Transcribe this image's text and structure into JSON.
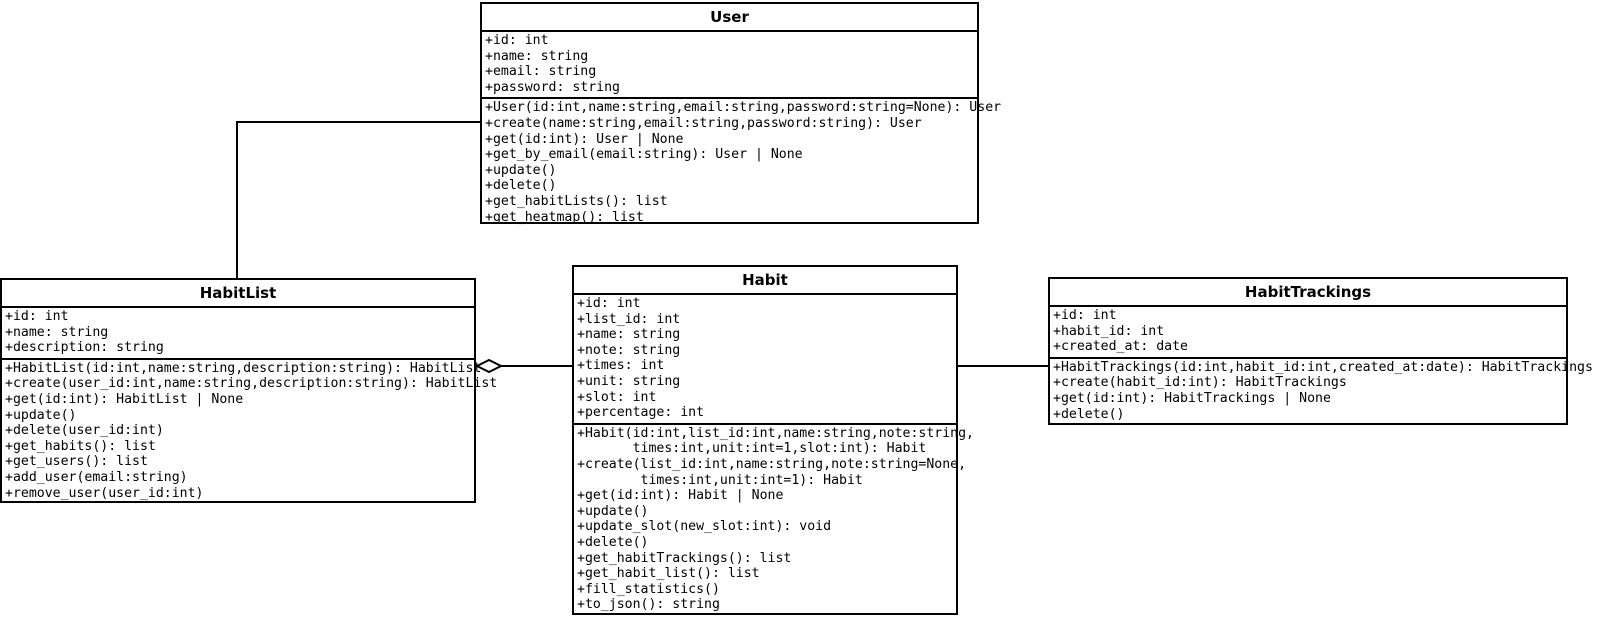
{
  "diagram": {
    "type": "uml-class-diagram",
    "background": "#ffffff",
    "line_color": "#000000"
  },
  "classes": {
    "user": {
      "name": "User",
      "attributes": [
        "+id: int",
        "+name: string",
        "+email: string",
        "+password: string"
      ],
      "methods": [
        "+User(id:int,name:string,email:string,password:string=None): User",
        "+create(name:string,email:string,password:string): User",
        "+get(id:int): User | None",
        "+get_by_email(email:string): User | None",
        "+update()",
        "+delete()",
        "+get_habitLists(): list",
        "+get_heatmap(): list"
      ]
    },
    "habitlist": {
      "name": "HabitList",
      "attributes": [
        "+id: int",
        "+name: string",
        "+description: string"
      ],
      "methods": [
        "+HabitList(id:int,name:string,description:string): HabitList",
        "+create(user_id:int,name:string,description:string): HabitList",
        "+get(id:int): HabitList | None",
        "+update()",
        "+delete(user_id:int)",
        "+get_habits(): list",
        "+get_users(): list",
        "+add_user(email:string)",
        "+remove_user(user_id:int)"
      ]
    },
    "habit": {
      "name": "Habit",
      "attributes": [
        "+id: int",
        "+list_id: int",
        "+name: string",
        "+note: string",
        "+times: int",
        "+unit: string",
        "+slot: int",
        "+percentage: int"
      ],
      "methods": [
        "+Habit(id:int,list_id:int,name:string,note:string,",
        "       times:int,unit:int=1,slot:int): Habit",
        "+create(list_id:int,name:string,note:string=None,",
        "        times:int,unit:int=1): Habit",
        "+get(id:int): Habit | None",
        "+update()",
        "+update_slot(new_slot:int): void",
        "+delete()",
        "+get_habitTrackings(): list",
        "+get_habit_list(): list",
        "+fill_statistics()",
        "+to_json(): string"
      ]
    },
    "habittrackings": {
      "name": "HabitTrackings",
      "attributes": [
        "+id: int",
        "+habit_id: int",
        "+created_at: date"
      ],
      "methods": [
        "+HabitTrackings(id:int,habit_id:int,created_at:date): HabitTrackings",
        "+create(habit_id:int): HabitTrackings",
        "+get(id:int): HabitTrackings | None",
        "+delete()"
      ]
    }
  },
  "relationships": [
    {
      "name": "user-habitlist-association",
      "from": "User",
      "to": "HabitList",
      "style": "orthogonal-line"
    },
    {
      "name": "habitlist-habit-aggregation",
      "from": "HabitList",
      "to": "Habit",
      "style": "aggregation-open-diamond"
    },
    {
      "name": "habit-habittrackings-association",
      "from": "Habit",
      "to": "HabitTrackings",
      "style": "straight-line"
    }
  ]
}
